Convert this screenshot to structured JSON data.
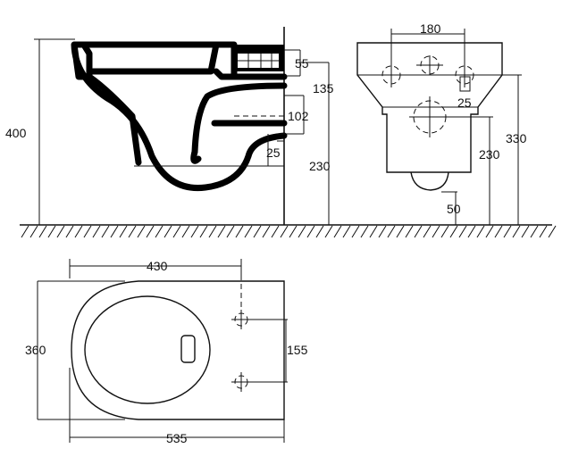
{
  "drawing": {
    "side_view": {
      "dims": {
        "total_height": "400",
        "top_flange": "55",
        "inlet_height": "135",
        "fixing_spacing": "102",
        "pipe_offset": "25",
        "floor_to_axis": "230"
      }
    },
    "front_view": {
      "dims": {
        "fixing_width": "180",
        "offset": "25",
        "height": "330",
        "axis_height": "230",
        "outlet": "50"
      }
    },
    "top_view": {
      "dims": {
        "seat_length": "430",
        "width": "360",
        "fixing_spacing": "155",
        "total_length": "535"
      }
    }
  }
}
